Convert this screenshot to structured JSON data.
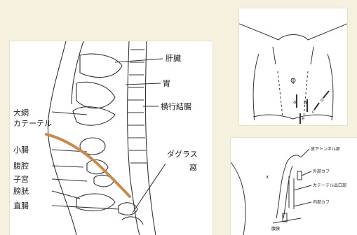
{
  "sagittal": {
    "labels": {
      "liver": "肝臓",
      "stomach": "胃",
      "transverse_colon": "横行結腸",
      "omentum": "大網",
      "catheter": "カテーテル",
      "small_intestine": "小腸",
      "peritoneum": "腹腔",
      "uterus": "子宮",
      "bladder": "膀胱",
      "rectum": "直腸",
      "douglas_1": "ダグラス",
      "douglas_2": "窩"
    },
    "catheter_color": "#c98a50"
  },
  "abdomen": {
    "site_labels": [
      "a",
      "b",
      "c",
      "d",
      "e"
    ]
  },
  "catheter_detail": {
    "labels": {
      "tunnel_exit": "皮下トンネル部",
      "outer_cuff": "外部カフ",
      "exit_site": "カテーテル出口部",
      "inner_cuff": "内部カフ",
      "peritoneum": "腹膜",
      "x_mark": "x"
    }
  }
}
